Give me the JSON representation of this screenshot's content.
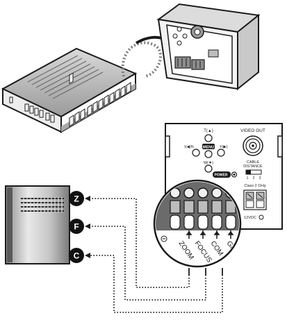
{
  "camera_back": {
    "button_tele": "T(▲)",
    "button_menu": "MENU",
    "button_in": "I(◀)N",
    "button_far": "F(▶)",
    "button_wide": "W(▼)",
    "power_label": "POWER",
    "video_out": "VIDEO OUT",
    "cable_distance_line1": "CABLE",
    "cable_distance_line2": "DISTANCE",
    "distance_options": [
      "1",
      "2",
      "3"
    ],
    "class_label": "Class 2 Only",
    "voltage_label": "12VDC"
  },
  "terminal_labels": {
    "zoom": "ZOOM",
    "focus": "FOCUS",
    "com": "COM",
    "gnd": "GN"
  },
  "controller_markers": {
    "zoom": "Z",
    "focus": "F",
    "com": "C"
  },
  "colors": {
    "line": "#1a1a1a",
    "body_gray": "#bdbdbd",
    "dark_gray": "#6b6b6b",
    "light_gray": "#e4e4e4",
    "marker_bg": "#111111",
    "marker_text": "#ffffff"
  }
}
